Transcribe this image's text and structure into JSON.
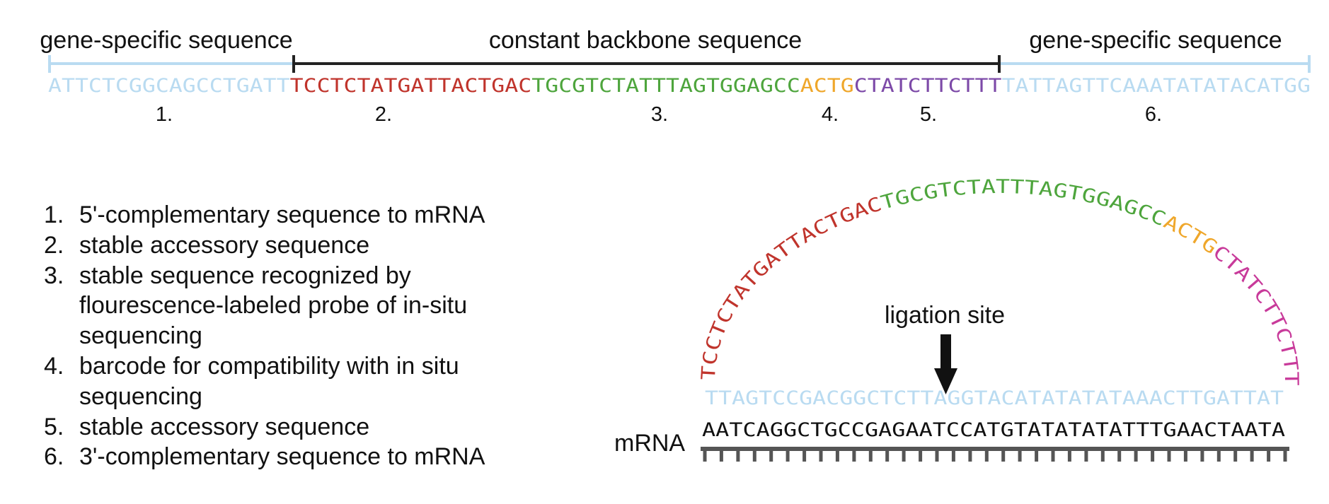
{
  "colors": {
    "gene": "#b9dbf1",
    "region2": "#c0342c",
    "region3": "#4ea53d",
    "region4": "#efa72b",
    "region5": "#7d4aa8",
    "arc_end": "#c83a9a",
    "bracket": "#222222",
    "text": "#111111",
    "mrna_backbone": "#555555"
  },
  "top": {
    "left_label": "gene-specific sequence",
    "center_label": "constant backbone sequence",
    "right_label": "gene-specific sequence",
    "segments": [
      {
        "id": "seg1",
        "seq": "ATTCTCGGCAGCCTGATT",
        "color": "#b9dbf1"
      },
      {
        "id": "seg2",
        "seq": "TCCTCTATGATTACTGAC",
        "color": "#c0342c"
      },
      {
        "id": "seg3",
        "seq": "TGCGTCTATTTAGTGGAGCC",
        "color": "#4ea53d"
      },
      {
        "id": "seg4",
        "seq": "ACTG",
        "color": "#efa72b"
      },
      {
        "id": "seg5",
        "seq": "CTATCTTCTTT",
        "color": "#7d4aa8"
      },
      {
        "id": "seg6",
        "seq": "TATTAGTTCAAATATATACATGG",
        "color": "#b9dbf1"
      }
    ],
    "numbers": [
      "1.",
      "2.",
      "3.",
      "4.",
      "5.",
      "6."
    ]
  },
  "legend": {
    "items": [
      {
        "num": "1.",
        "lines": [
          "5'-complementary sequence to mRNA"
        ]
      },
      {
        "num": "2.",
        "lines": [
          "stable accessory sequence"
        ]
      },
      {
        "num": "3.",
        "lines": [
          "stable sequence recognized by",
          "flourescence-labeled probe of in-situ",
          "sequencing"
        ]
      },
      {
        "num": "4.",
        "lines": [
          "barcode for compatibility with in situ",
          "sequencing"
        ]
      },
      {
        "num": "5.",
        "lines": [
          "stable accessory sequence"
        ]
      },
      {
        "num": "6.",
        "lines": [
          "3'-complementary sequence to mRNA"
        ]
      }
    ]
  },
  "arc": {
    "segments": [
      {
        "seq": "TCCTCTATGATTACTGAC",
        "color": "#c0342c"
      },
      {
        "seq": "TGCGTCTATTTAGTGGAGCC",
        "color": "#4ea53d"
      },
      {
        "seq": "ACTG",
        "color": "#efa72b"
      },
      {
        "seq": "CTATCTTCTTT",
        "color": "#c83a9a"
      }
    ]
  },
  "ligation_label": "ligation site",
  "probe_sequence": "TTAGTCCGACGGCTCTTAGGTACATATATATAAACTTGATTAT",
  "mrna_label": "mRNA",
  "mrna_sequence": "AATCAGGCTGCCGAGAATCCATGTATATATATTTGAACTAATA"
}
